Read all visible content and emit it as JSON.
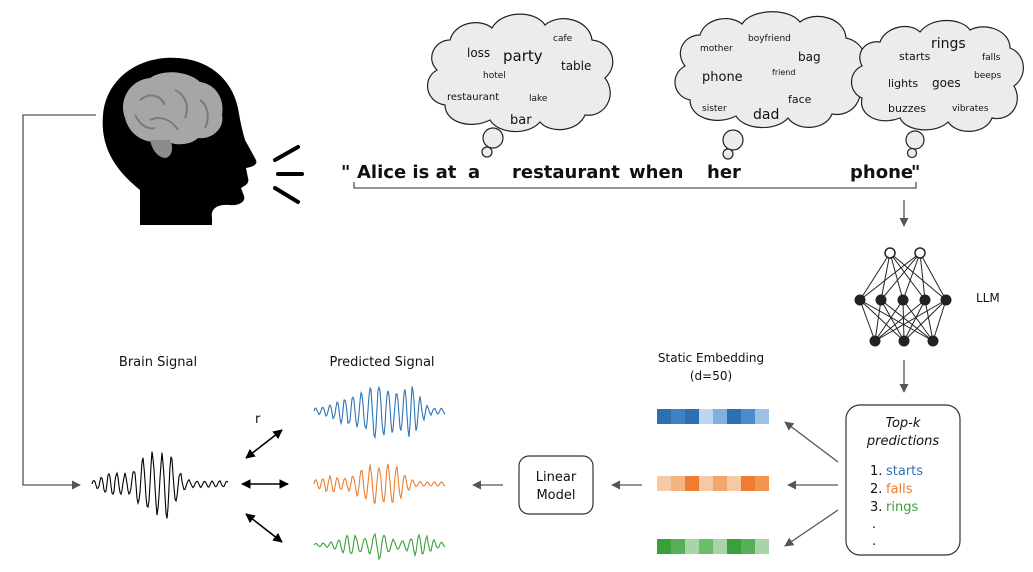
{
  "sentence": {
    "open_quote": "\"",
    "close_quote": "\"",
    "words": [
      "Alice is at",
      "a",
      "restaurant",
      "when",
      "her",
      "phone"
    ]
  },
  "clouds": [
    {
      "words": [
        "loss",
        "party",
        "cafe",
        "hotel",
        "table",
        "restaurant",
        "lake",
        "bar"
      ]
    },
    {
      "words": [
        "mother",
        "boyfriend",
        "bag",
        "phone",
        "friend",
        "face",
        "sister",
        "dad"
      ]
    },
    {
      "words": [
        "starts",
        "rings",
        "falls",
        "lights",
        "goes",
        "beeps",
        "buzzes",
        "vibrates"
      ]
    }
  ],
  "labels": {
    "llm": "LLM",
    "brain_signal": "Brain Signal",
    "predicted_signal": "Predicted Signal",
    "static_embedding": "Static Embedding",
    "embedding_dim": "(d=50)",
    "linear_model_line1": "Linear",
    "linear_model_line2": "Model",
    "correlation": "r",
    "topk_title_line1": "Top-k",
    "topk_title_line2": "predictions"
  },
  "topk": [
    {
      "num": "1.",
      "word": "starts",
      "color": "#2e75b6"
    },
    {
      "num": "2.",
      "word": "falls",
      "color": "#ed7d31"
    },
    {
      "num": "3.",
      "word": "rings",
      "color": "#3aa03a"
    },
    {
      "num": ".",
      "word": "",
      "color": "#111111"
    },
    {
      "num": ".",
      "word": "",
      "color": "#111111"
    }
  ],
  "colors": {
    "blue": "#2e75b6",
    "orange": "#ed7d31",
    "green": "#3aa03a",
    "head": "#000000",
    "brain": "#a6a6a6"
  },
  "icons": [
    "head-icon",
    "brain-icon",
    "speech-lines-icon",
    "neural-network-icon",
    "thought-cloud-icon"
  ]
}
